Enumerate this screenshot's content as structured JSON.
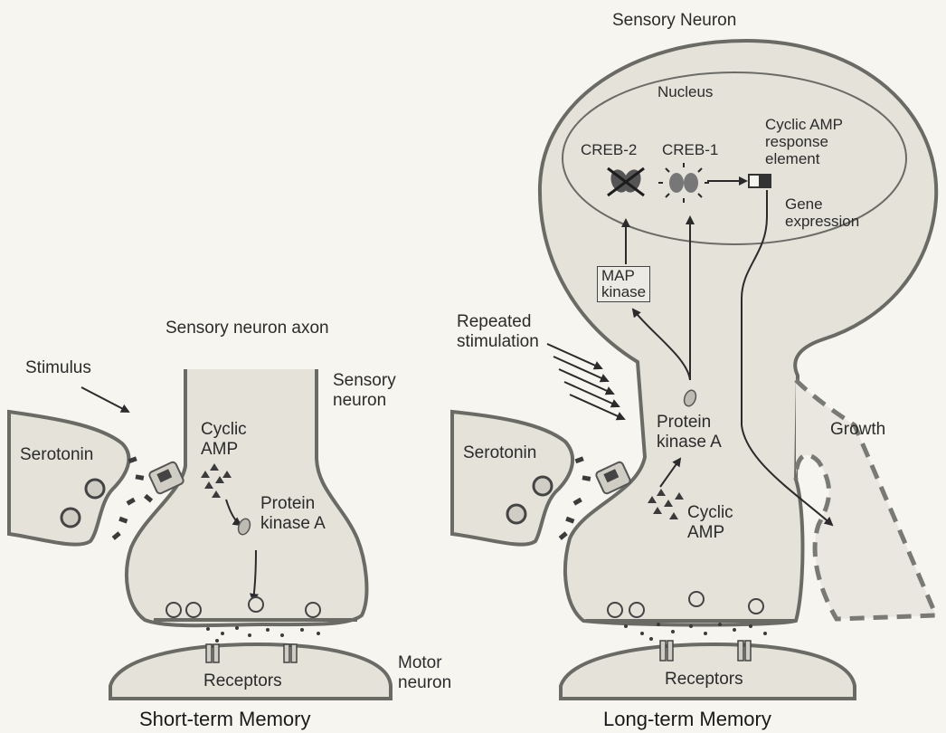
{
  "short_term": {
    "caption": "Short-term Memory",
    "axon_label": "Sensory neuron axon",
    "stimulus": "Stimulus",
    "sensory_neuron": "Sensory\nneuron",
    "serotonin": "Serotonin",
    "cyclic_amp": "Cyclic\nAMP",
    "protein_kinase": "Protein\nkinase A",
    "receptors": "Receptors",
    "motor_neuron": "Motor\nneuron"
  },
  "long_term": {
    "caption": "Long-term Memory",
    "title": "Sensory Neuron",
    "nucleus": "Nucleus",
    "creb2": "CREB-2",
    "creb1": "CREB-1",
    "response_element": "Cyclic AMP\nresponse\nelement",
    "gene_expression": "Gene\nexpression",
    "map_kinase": "MAP\nkinase",
    "repeated_stimulation": "Repeated\nstimulation",
    "serotonin": "Serotonin",
    "protein_kinase": "Protein\nkinase A",
    "cyclic_amp": "Cyclic\nAMP",
    "growth": "Growth",
    "receptors": "Receptors"
  },
  "colors": {
    "cell_fill": "#e4e2d9",
    "outline": "#6b6b66",
    "ink": "#2b2b2b"
  }
}
